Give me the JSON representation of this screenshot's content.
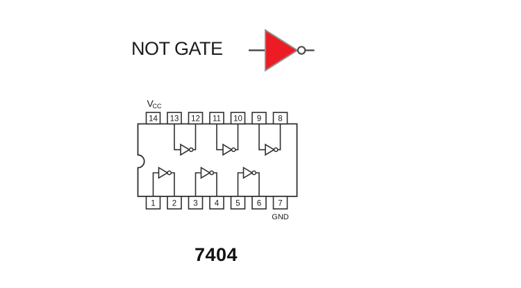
{
  "page": {
    "title": "NOT GATE",
    "chip_label": "7404"
  },
  "gate_symbol": {
    "name": "not-gate-inverter",
    "fill_color": "#ed1c24",
    "outline_color": "#8e8e8e",
    "wire_color": "#4d4d4d"
  },
  "ic": {
    "vcc": {
      "letter": "V",
      "sub": "CC"
    },
    "gnd_label": "GND",
    "top_pins": [
      "14",
      "13",
      "12",
      "11",
      "10",
      "9",
      "8"
    ],
    "bottom_pins": [
      "1",
      "2",
      "3",
      "4",
      "5",
      "6",
      "7"
    ],
    "line_color": "#2e2e2e"
  }
}
